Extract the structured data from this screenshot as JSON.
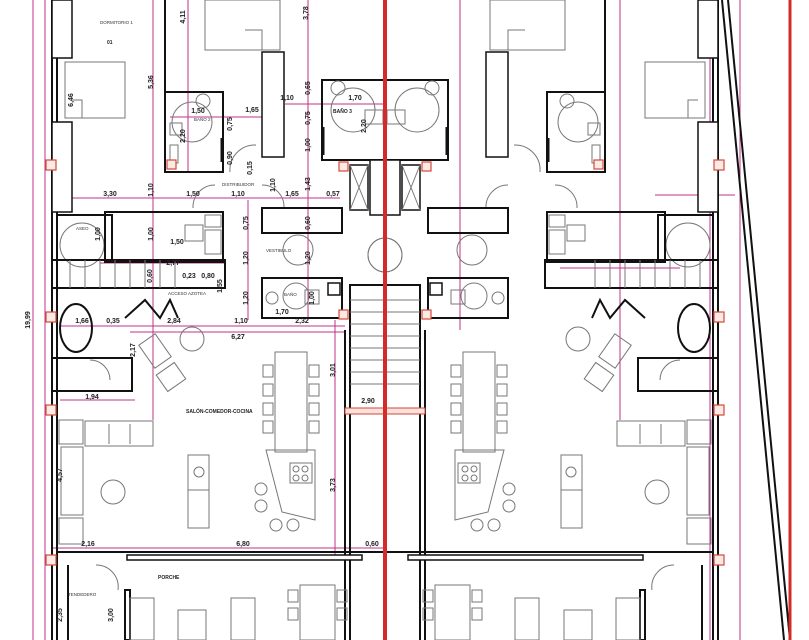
{
  "title": "Planta vivienda pareada",
  "rooms": {
    "dorm1": "DORMITORIO 1",
    "dorm1_num": "01",
    "bano2": "BAÑO 2",
    "bano3": "BAÑO 3",
    "distribuidor": "DISTRIBUIDOR",
    "aseo": "ASEO",
    "vestibulo": "VESTIBULO",
    "bano": "BAÑO",
    "acceso_azotea": "ACCESO AZOTEA",
    "salon": "SALÓN-COMEDOR-COCINA",
    "porche": "PORCHE",
    "tendedero": "TENDEDERO"
  },
  "dimensions": [
    "4,11",
    "3,78",
    "5,36",
    "6,46",
    "1,50",
    "1,65",
    "1,10",
    "0,65",
    "1,70",
    "0,75",
    "0,75",
    "2,20",
    "2,20",
    "0,90",
    "1,00",
    "3,30",
    "1,10",
    "1,50",
    "1,10",
    "0,15",
    "1,10",
    "1,65",
    "1,43",
    "0,57",
    "0,75",
    "0,60",
    "1,50",
    "1,00",
    "1,00",
    "2,77",
    "0,60",
    "0,23",
    "0,80",
    "1,20",
    "1,20",
    "1,55",
    "1,20",
    "1,70",
    "1,00",
    "2,84",
    "1,10",
    "2,32",
    "6,27",
    "1,66",
    "0,35",
    "3,01",
    "2,17",
    "1,94",
    "4,57",
    "3,73",
    "2,16",
    "6,80",
    "0,60",
    "3,00",
    "2,35",
    "19,99",
    "2,90"
  ],
  "colors": {
    "axis_red": "#d42a2a",
    "dimension_magenta": "#c2338a",
    "wall": "#111111",
    "furniture": "#777777"
  }
}
